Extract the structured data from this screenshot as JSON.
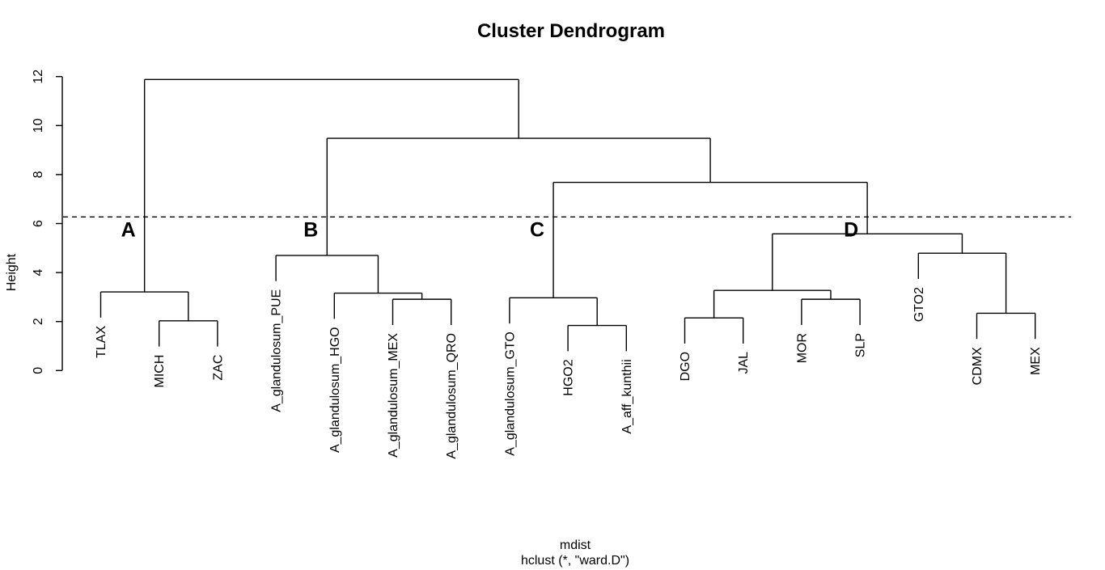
{
  "chart_data": {
    "type": "dendrogram",
    "title": "Cluster Dendrogram",
    "ylabel": "Height",
    "xlabel": "mdist",
    "sub": "hclust (*, \"ward.D\")",
    "y_ticks": [
      0,
      2,
      4,
      6,
      8,
      10,
      12
    ],
    "ylim": [
      0,
      12
    ],
    "grid": false,
    "colors": {
      "line": "#000000",
      "text": "#000000",
      "background": "#ffffff"
    },
    "cut_line": {
      "height": 6.27,
      "style": "dashed"
    },
    "leaves_in_order": [
      "TLAX",
      "MICH",
      "ZAC",
      "A_glandulosum_PUE",
      "A_glandulosum_HGO",
      "A_glandulosum_MEX",
      "A_glandulosum_QRO",
      "A_glandulosum_GTO",
      "HGO2",
      "A_aff_kunthii",
      "DGO",
      "JAL",
      "MOR",
      "SLP",
      "GTO2",
      "CDMX",
      "MEX"
    ],
    "clusters": [
      {
        "label": "A",
        "members": [
          "TLAX",
          "MICH",
          "ZAC"
        ]
      },
      {
        "label": "B",
        "members": [
          "A_glandulosum_PUE",
          "A_glandulosum_HGO",
          "A_glandulosum_MEX",
          "A_glandulosum_QRO"
        ]
      },
      {
        "label": "C",
        "members": [
          "A_glandulosum_GTO",
          "HGO2",
          "A_aff_kunthii"
        ]
      },
      {
        "label": "D",
        "members": [
          "DGO",
          "JAL",
          "MOR",
          "SLP",
          "GTO2",
          "CDMX",
          "MEX"
        ]
      }
    ],
    "tree": {
      "height": 11.88,
      "children": [
        {
          "height": 3.21,
          "cluster": "A",
          "children": [
            {
              "leaf": "TLAX"
            },
            {
              "height": 2.03,
              "children": [
                {
                  "leaf": "MICH"
                },
                {
                  "leaf": "ZAC"
                }
              ]
            }
          ]
        },
        {
          "height": 9.48,
          "children": [
            {
              "height": 4.7,
              "cluster": "B",
              "children": [
                {
                  "leaf": "A_glandulosum_PUE"
                },
                {
                  "height": 3.16,
                  "children": [
                    {
                      "leaf": "A_glandulosum_HGO"
                    },
                    {
                      "height": 2.91,
                      "children": [
                        {
                          "leaf": "A_glandulosum_MEX"
                        },
                        {
                          "leaf": "A_glandulosum_QRO"
                        }
                      ]
                    }
                  ]
                }
              ]
            },
            {
              "height": 7.68,
              "children": [
                {
                  "height": 2.97,
                  "cluster": "C",
                  "children": [
                    {
                      "leaf": "A_glandulosum_GTO"
                    },
                    {
                      "height": 1.84,
                      "children": [
                        {
                          "leaf": "HGO2"
                        },
                        {
                          "leaf": "A_aff_kunthii"
                        }
                      ]
                    }
                  ]
                },
                {
                  "height": 5.58,
                  "cluster": "D",
                  "children": [
                    {
                      "height": 3.27,
                      "children": [
                        {
                          "height": 2.15,
                          "children": [
                            {
                              "leaf": "DGO"
                            },
                            {
                              "leaf": "JAL"
                            }
                          ]
                        },
                        {
                          "height": 2.91,
                          "children": [
                            {
                              "leaf": "MOR"
                            },
                            {
                              "leaf": "SLP"
                            }
                          ]
                        }
                      ]
                    },
                    {
                      "height": 4.79,
                      "children": [
                        {
                          "leaf": "GTO2"
                        },
                        {
                          "height": 2.34,
                          "children": [
                            {
                              "leaf": "CDMX"
                            },
                            {
                              "leaf": "MEX"
                            }
                          ]
                        }
                      ]
                    }
                  ]
                }
              ]
            }
          ]
        }
      ]
    }
  }
}
